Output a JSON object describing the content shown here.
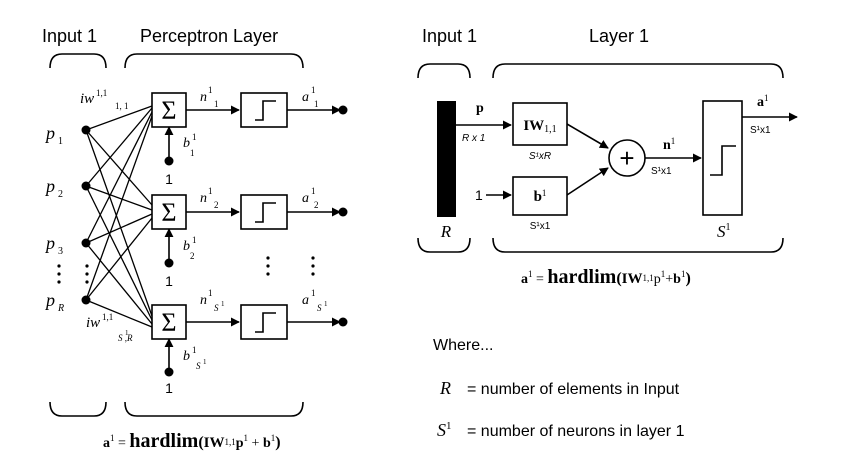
{
  "left": {
    "input_label": "Input 1",
    "layer_label": "Perceptron Layer",
    "inputs": [
      {
        "sym": "p",
        "sub": "1"
      },
      {
        "sym": "p",
        "sub": "2"
      },
      {
        "sym": "p",
        "sub": "3"
      },
      {
        "sym": "p",
        "sub": "R"
      }
    ],
    "weight_top": {
      "sym": "iw",
      "sup": "1,1",
      "sub": "1, 1"
    },
    "weight_bottom": {
      "sym": "iw",
      "sup": "1,1",
      "sub": "S ,R",
      "subsup": "1"
    },
    "sum_symbol": "Σ",
    "neurons": [
      {
        "n": "n",
        "n_sup": "1",
        "n_sub": "1",
        "b": "b",
        "b_sup": "1",
        "b_sub": "1",
        "a": "a",
        "a_sup": "1",
        "a_sub": "1",
        "one": "1"
      },
      {
        "n": "n",
        "n_sup": "1",
        "n_sub": "2",
        "b": "b",
        "b_sup": "1",
        "b_sub": "2",
        "a": "a",
        "a_sup": "1",
        "a_sub": "2",
        "one": "1"
      },
      {
        "n": "n",
        "n_sup": "1",
        "n_sub": "S",
        "n_subsup": "1",
        "b": "b",
        "b_sup": "1",
        "b_sub": "S",
        "b_subsup": "1",
        "a": "a",
        "a_sup": "1",
        "a_sub": "S",
        "a_subsup": "1",
        "one": "1"
      }
    ],
    "formula": {
      "a": "a",
      "a_sup": "1",
      "eq": " = ",
      "fn": "hardlim",
      "open": "(",
      "W": "IW",
      "W_sup": "1,1",
      "p": "p",
      "p_sup": "1",
      "plus": " + ",
      "b": "b",
      "b_sup": "1",
      "close": ")"
    }
  },
  "right": {
    "input_label": "Input 1",
    "layer_label": "Layer 1",
    "input_bar_label": "R",
    "p_label": "p",
    "p_dim": "R x 1",
    "one_label": "1",
    "weight_label": "IW",
    "weight_sub": "1,1",
    "weight_dim": "S¹xR",
    "bias_label": "b",
    "bias_sup": "1",
    "bias_dim": "S¹x1",
    "plus_symbol": "+",
    "n_label": "n",
    "n_sup": "1",
    "n_dim": "S¹x1",
    "a_label": "a",
    "a_sup": "1",
    "a_dim": "S¹x1",
    "layer_size_label": "S",
    "layer_size_sup": "1",
    "formula": {
      "a": "a",
      "a_sup": "1",
      "eq": " = ",
      "fn": "hardlim",
      "open": "(",
      "W": "IW",
      "W_sup": "1,1",
      "p": "p",
      "p_sup": "1",
      "plus": "+",
      "b": "b",
      "b_sup": "1",
      "close": ")"
    }
  },
  "legend": {
    "where": "Where...",
    "items": [
      {
        "sym": "R",
        "sup": "",
        "text": "= number of elements in Input"
      },
      {
        "sym": "S",
        "sup": "1",
        "text": "= number of neurons in layer 1"
      }
    ]
  }
}
